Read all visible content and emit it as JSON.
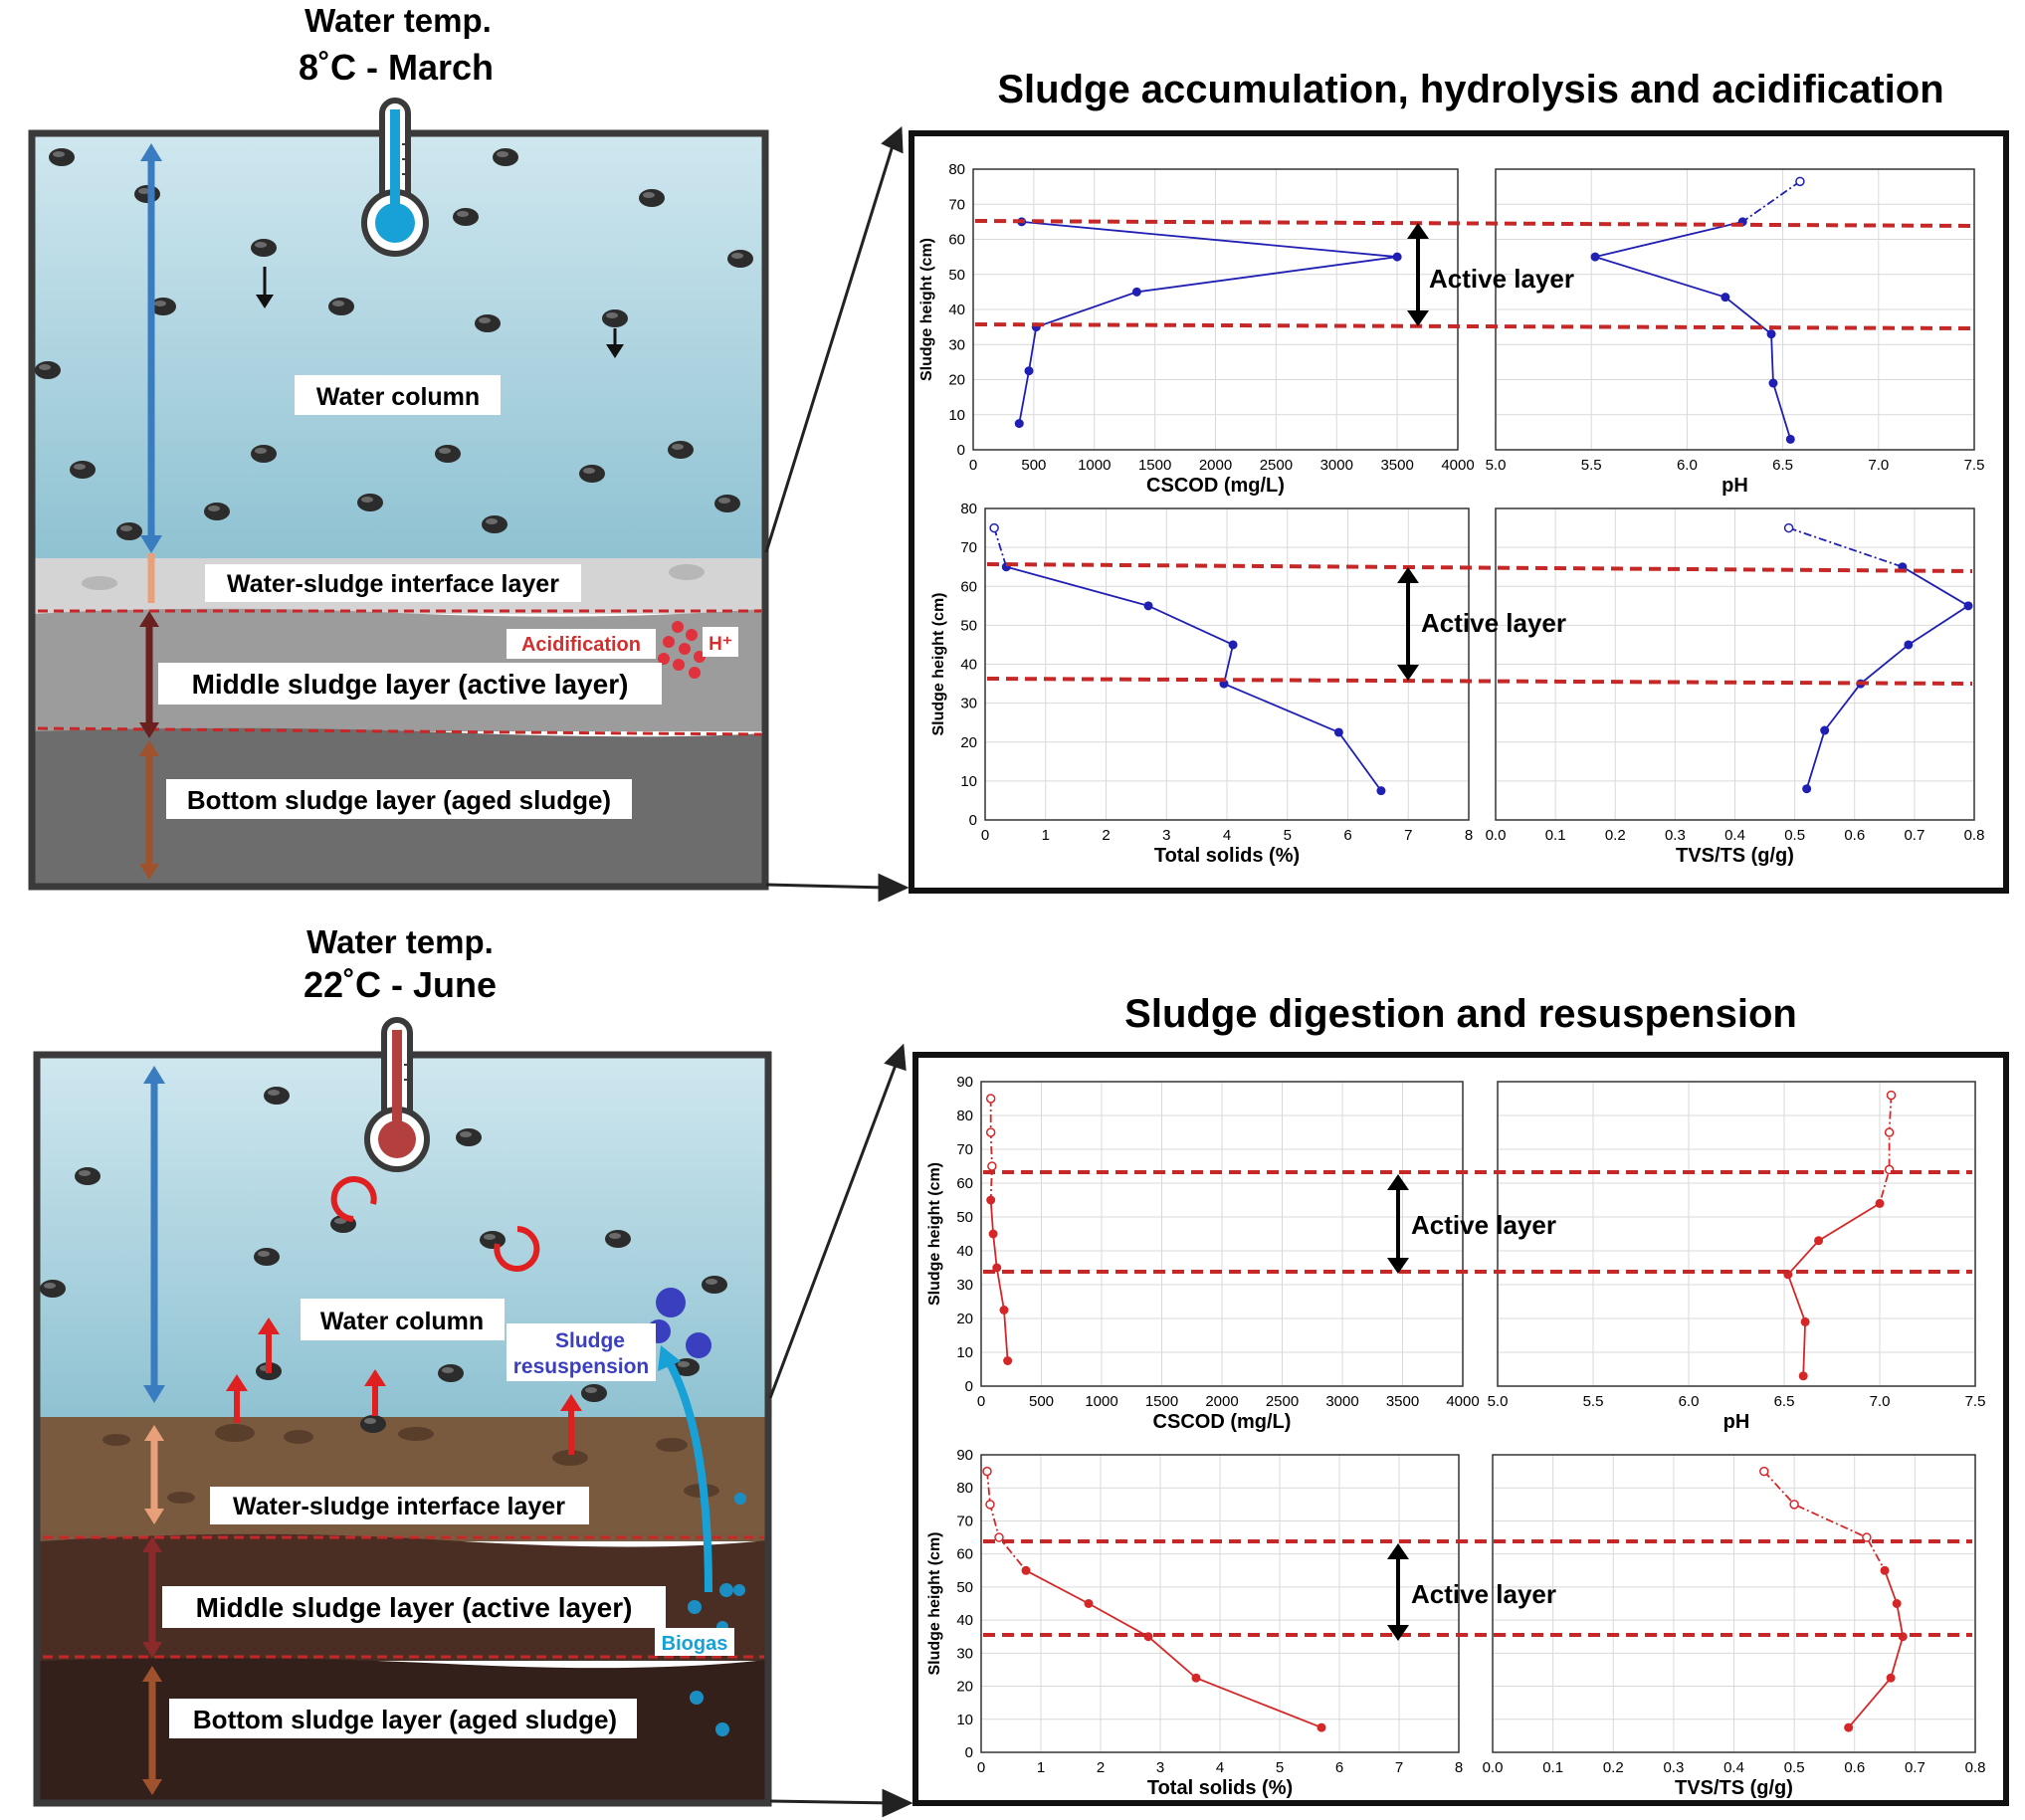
{
  "top": {
    "temp_line1": "Water temp.",
    "temp_line2": "8˚C - March",
    "panel_title": "Sludge accumulation, hydrolysis and acidification",
    "labels": {
      "water_column": "Water column",
      "interface": "Water-sludge interface layer",
      "acidification": "Acidification",
      "hplus": "H⁺",
      "middle": "Middle sludge layer (active layer)",
      "bottom": "Bottom sludge layer (aged sludge)"
    },
    "active_layer_label": "Active layer"
  },
  "bottom": {
    "temp_line1": "Water temp.",
    "temp_line2": "22˚C - June",
    "panel_title": "Sludge digestion and resuspension",
    "labels": {
      "water_column": "Water column",
      "resusp1": "Sludge",
      "resusp2": "resuspension",
      "interface": "Water-sludge interface layer",
      "middle": "Middle sludge layer (active layer)",
      "biogas": "Biogas",
      "bottom": "Bottom sludge layer (aged sludge)"
    },
    "active_layer_label": "Active layer"
  },
  "colors": {
    "march_series": "#1f1fb4",
    "june_series": "#d62728",
    "dashed_line": "#c62828",
    "water_top": "#cbe6ee",
    "water_bottom": "#8fc1d1"
  },
  "chart_data": [
    {
      "id": "m_cod",
      "type": "line",
      "xlabel": "CSCOD (mg/L)",
      "ylabel": "Sludge height (cm)",
      "xlim": [
        0,
        4000
      ],
      "ylim": [
        0,
        80
      ],
      "xticks": [
        0,
        500,
        1000,
        1500,
        2000,
        2500,
        3000,
        3500,
        4000
      ],
      "yticks": [
        0,
        10,
        20,
        30,
        40,
        50,
        60,
        70,
        80
      ],
      "x": [
        400,
        3500,
        1350,
        520,
        460,
        380
      ],
      "y": [
        65,
        55,
        45,
        35,
        22.5,
        7.5
      ],
      "open_x": [],
      "open_y": []
    },
    {
      "id": "m_ph",
      "type": "line",
      "xlabel": "pH",
      "ylabel": "",
      "xlim": [
        5.0,
        7.5
      ],
      "ylim": [
        0,
        80
      ],
      "xticks": [
        5.0,
        5.5,
        6.0,
        6.5,
        7.0,
        7.5
      ],
      "yticks": [
        0,
        10,
        20,
        30,
        40,
        50,
        60,
        70,
        80
      ],
      "x": [
        6.29,
        5.52,
        6.2,
        6.44,
        6.45,
        6.54
      ],
      "y": [
        65,
        55,
        43.5,
        33,
        19,
        3
      ],
      "open_x": [
        6.59
      ],
      "open_y": [
        76.5
      ]
    },
    {
      "id": "m_ts",
      "type": "line",
      "xlabel": "Total solids (%)",
      "ylabel": "Sludge height (cm)",
      "xlim": [
        0,
        8
      ],
      "ylim": [
        0,
        80
      ],
      "xticks": [
        0,
        1,
        2,
        3,
        4,
        5,
        6,
        7,
        8
      ],
      "yticks": [
        0,
        10,
        20,
        30,
        40,
        50,
        60,
        70,
        80
      ],
      "x": [
        0.35,
        2.7,
        4.1,
        3.95,
        5.85,
        6.55
      ],
      "y": [
        65,
        55,
        45,
        35,
        22.5,
        7.5
      ],
      "open_x": [
        0.15
      ],
      "open_y": [
        75
      ]
    },
    {
      "id": "m_tvs",
      "type": "line",
      "xlabel": "TVS/TS (g/g)",
      "ylabel": "",
      "xlim": [
        0.0,
        0.8
      ],
      "ylim": [
        0,
        80
      ],
      "xticks": [
        0.0,
        0.1,
        0.2,
        0.3,
        0.4,
        0.5,
        0.6,
        0.7,
        0.8
      ],
      "yticks": [
        0,
        10,
        20,
        30,
        40,
        50,
        60,
        70,
        80
      ],
      "x": [
        0.68,
        0.79,
        0.69,
        0.61,
        0.55,
        0.52
      ],
      "y": [
        65,
        55,
        45,
        35,
        23,
        8
      ],
      "open_x": [
        0.49
      ],
      "open_y": [
        75
      ]
    },
    {
      "id": "j_cod",
      "type": "line",
      "xlabel": "CSCOD (mg/L)",
      "ylabel": "Sludge height (cm)",
      "xlim": [
        0,
        4000
      ],
      "ylim": [
        0,
        90
      ],
      "xticks": [
        0,
        500,
        1000,
        1500,
        2000,
        2500,
        3000,
        3500,
        4000
      ],
      "yticks": [
        0,
        10,
        20,
        30,
        40,
        50,
        60,
        70,
        80,
        90
      ],
      "x": [
        80,
        100,
        130,
        190,
        220
      ],
      "y": [
        55,
        45,
        35,
        22.5,
        7.5
      ],
      "open_x": [
        80,
        80,
        90
      ],
      "open_y": [
        85,
        75,
        65
      ]
    },
    {
      "id": "j_ph",
      "type": "line",
      "xlabel": "pH",
      "ylabel": "",
      "xlim": [
        5.0,
        7.5
      ],
      "ylim": [
        0,
        90
      ],
      "xticks": [
        5.0,
        5.5,
        6.0,
        6.5,
        7.0,
        7.5
      ],
      "yticks": [
        0,
        10,
        20,
        30,
        40,
        50,
        60,
        70,
        80,
        90
      ],
      "x": [
        7.0,
        6.68,
        6.52,
        6.61,
        6.6
      ],
      "y": [
        54,
        43,
        33,
        19,
        3
      ],
      "open_x": [
        7.06,
        7.05,
        7.05
      ],
      "open_y": [
        86,
        75,
        64
      ]
    },
    {
      "id": "j_ts",
      "type": "line",
      "xlabel": "Total solids (%)",
      "ylabel": "Sludge height (cm)",
      "xlim": [
        0,
        8
      ],
      "ylim": [
        0,
        90
      ],
      "xticks": [
        0,
        1,
        2,
        3,
        4,
        5,
        6,
        7,
        8
      ],
      "yticks": [
        0,
        10,
        20,
        30,
        40,
        50,
        60,
        70,
        80,
        90
      ],
      "x": [
        0.75,
        1.8,
        2.8,
        3.6,
        5.7
      ],
      "y": [
        55,
        45,
        35,
        22.5,
        7.5
      ],
      "open_x": [
        0.1,
        0.15,
        0.3
      ],
      "open_y": [
        85,
        75,
        65
      ]
    },
    {
      "id": "j_tvs",
      "type": "line",
      "xlabel": "TVS/TS (g/g)",
      "ylabel": "",
      "xlim": [
        0.0,
        0.8
      ],
      "ylim": [
        0,
        90
      ],
      "xticks": [
        0.0,
        0.1,
        0.2,
        0.3,
        0.4,
        0.5,
        0.6,
        0.7,
        0.8
      ],
      "yticks": [
        0,
        10,
        20,
        30,
        40,
        50,
        60,
        70,
        80,
        90
      ],
      "x": [
        0.65,
        0.67,
        0.68,
        0.66,
        0.59
      ],
      "y": [
        55,
        45,
        35,
        22.5,
        7.5
      ],
      "open_x": [
        0.45,
        0.5,
        0.62
      ],
      "open_y": [
        85,
        75,
        65
      ]
    }
  ]
}
